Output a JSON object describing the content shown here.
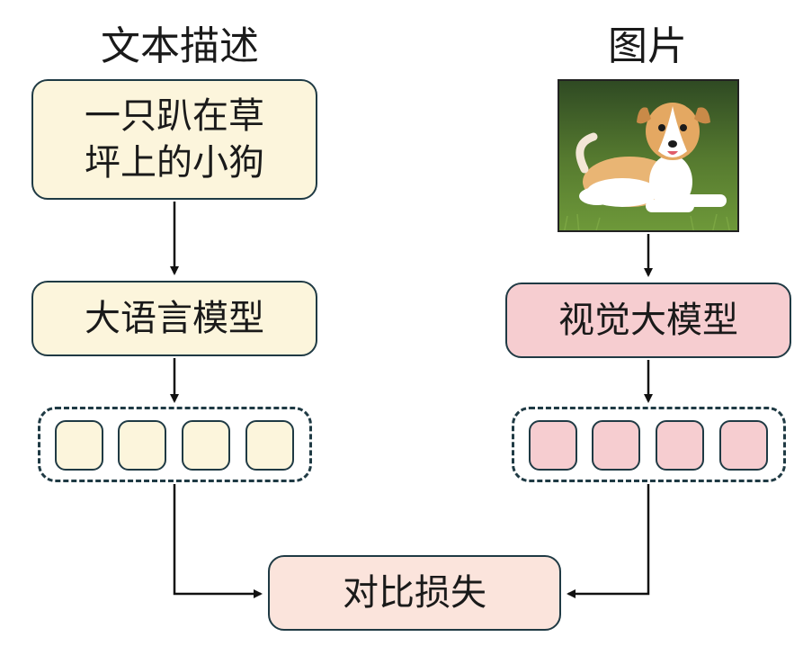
{
  "text_column": {
    "title": "文本描述",
    "description_lines": [
      "一只趴在草",
      "坪上的小狗"
    ],
    "model_label": "大语言模型",
    "token_count": 4
  },
  "image_column": {
    "title": "图片",
    "image_content": "puppy-lying-on-grass",
    "model_label": "视觉大模型",
    "token_count": 4
  },
  "loss_label": "对比损失",
  "colors": {
    "text_branch": "#fcf5dc",
    "image_branch": "#f6cdd0",
    "loss_box": "#fbe4dc",
    "border": "#1f3a44"
  }
}
